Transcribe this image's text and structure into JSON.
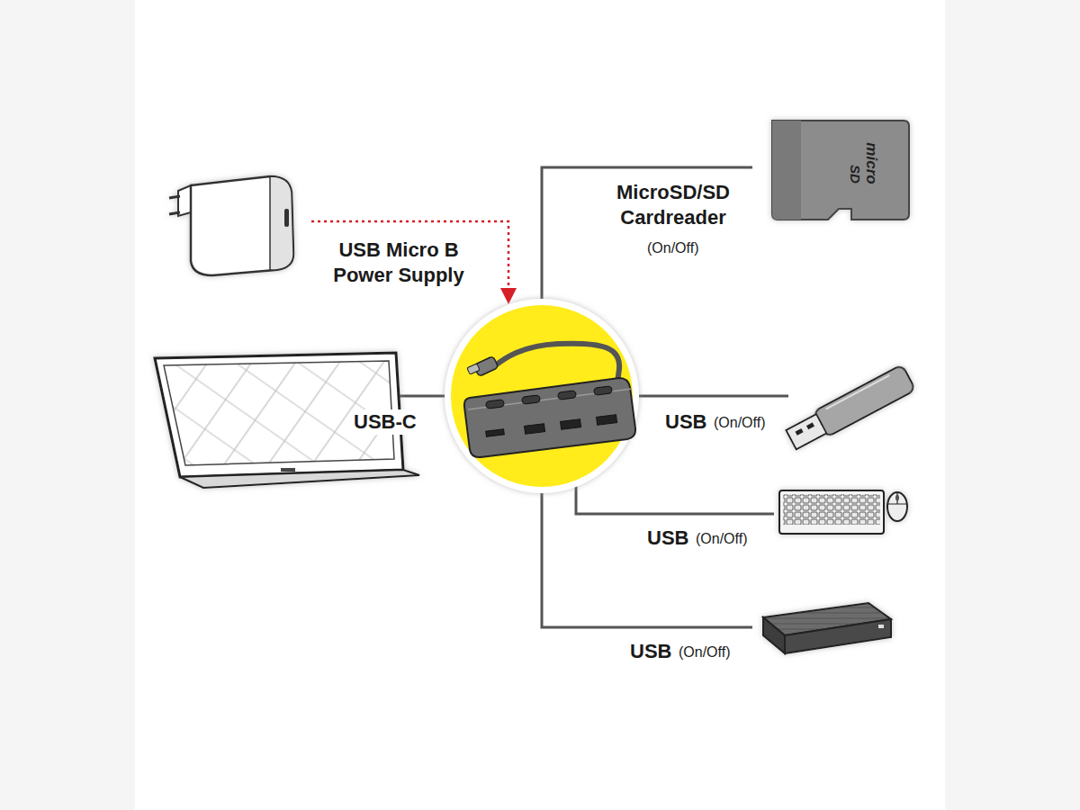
{
  "diagram": {
    "labels": [
      "micro",
      "SD",
      "MicroSD/SD Cardreader",
      "(On/Off)",
      "USB Micro B Power Supply",
      "USB-C",
      "USB",
      "(On/Off)",
      "USB",
      "(On/Off)",
      "USB",
      "(On/Off)"
    ]
  }
}
